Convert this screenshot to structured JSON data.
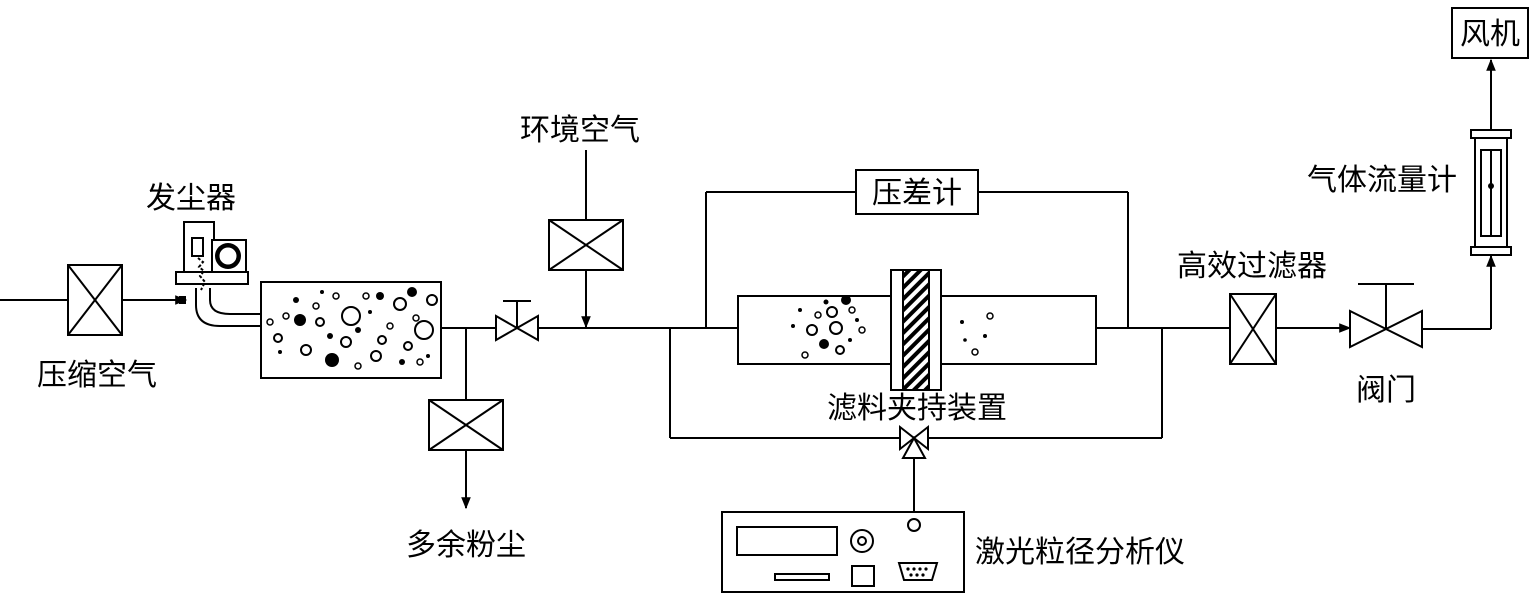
{
  "labels": {
    "compressed_air": "压缩空气",
    "dust_generator": "发尘器",
    "ambient_air": "环境空气",
    "excess_dust": "多余粉尘",
    "pressure_gauge": "压差计",
    "filter_holder": "滤料夹持装置",
    "laser_analyzer": "激光粒径分析仪",
    "hepa_filter": "高效过滤器",
    "valve": "阀门",
    "flow_meter": "气体流量计",
    "fan": "风机"
  }
}
